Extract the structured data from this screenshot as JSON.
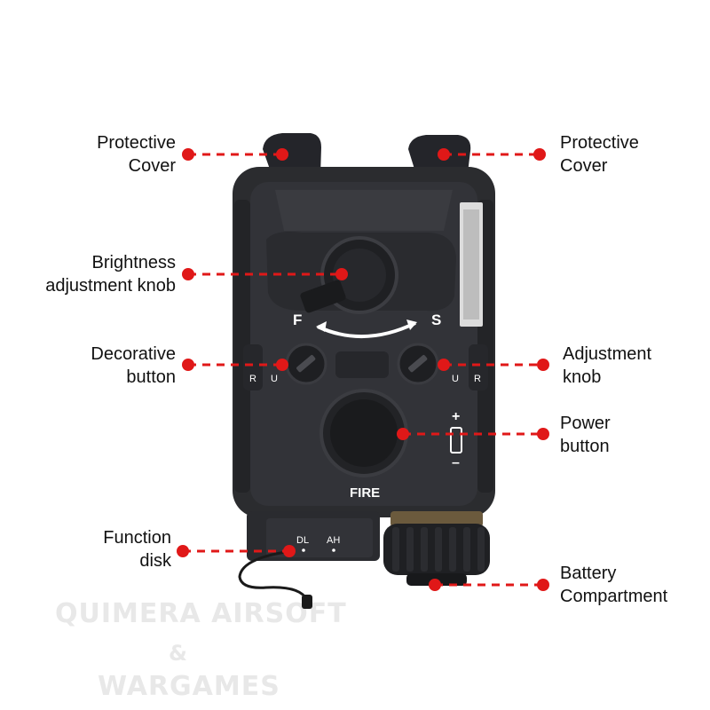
{
  "colors": {
    "accent": "#e01818",
    "device": "#2b2c2f",
    "device_dark": "#1c1d1f",
    "device_light": "#3f4145"
  },
  "labels": {
    "protective_cover_left": [
      "Protective",
      "Cover"
    ],
    "protective_cover_right": [
      "Protective",
      "Cover"
    ],
    "brightness_knob": [
      "Brightness",
      "adjustment knob"
    ],
    "decorative_button": [
      "Decorative",
      "button"
    ],
    "adjustment_knob": [
      "Adjustment",
      "knob"
    ],
    "power_button": [
      "Power",
      "button"
    ],
    "function_disk": [
      "Function",
      "disk"
    ],
    "battery_compartment": [
      "Battery",
      "Compartment"
    ]
  },
  "device_marks": {
    "f": "F",
    "s": "S",
    "fire": "FIRE",
    "dl": "DL",
    "ah": "AH",
    "u": "U",
    "r": "R",
    "plus": "+",
    "minus": "–"
  },
  "watermark": {
    "line1": "QUIMERA AIRSOFT",
    "line2": "&",
    "line3": "WARGAMES"
  }
}
